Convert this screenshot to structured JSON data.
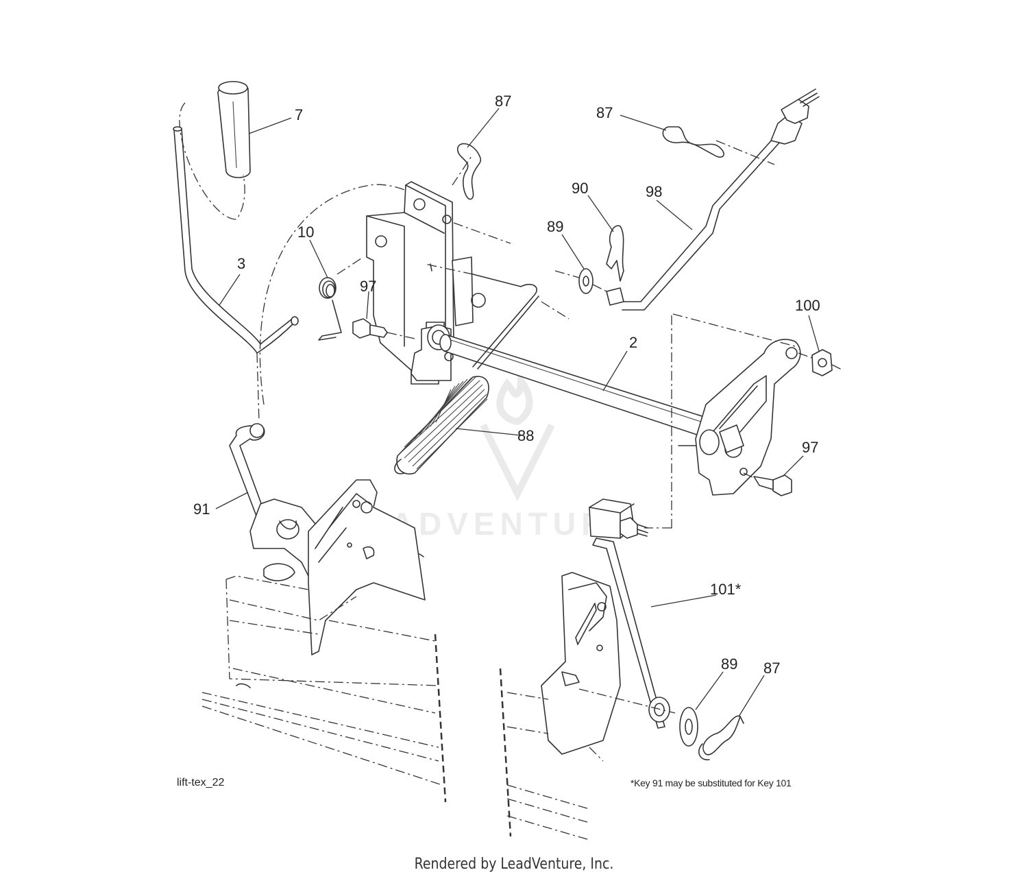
{
  "diagram": {
    "id_label": "lift-tex_22",
    "footnote": "*Key 91 may be substituted for Key 101",
    "watermark": "LEADVENTURE",
    "callouts": [
      {
        "key": "k7",
        "label": "7"
      },
      {
        "key": "k87a",
        "label": "87"
      },
      {
        "key": "k87b",
        "label": "87"
      },
      {
        "key": "k90",
        "label": "90"
      },
      {
        "key": "k98",
        "label": "98"
      },
      {
        "key": "k89a",
        "label": "89"
      },
      {
        "key": "k10",
        "label": "10"
      },
      {
        "key": "k3",
        "label": "3"
      },
      {
        "key": "k97a",
        "label": "97"
      },
      {
        "key": "k100",
        "label": "100"
      },
      {
        "key": "k2",
        "label": "2"
      },
      {
        "key": "k88",
        "label": "88"
      },
      {
        "key": "k97b",
        "label": "97"
      },
      {
        "key": "k91",
        "label": "91"
      },
      {
        "key": "k101",
        "label": "101*"
      },
      {
        "key": "k89b",
        "label": "89"
      },
      {
        "key": "k87c",
        "label": "87"
      }
    ]
  },
  "footer": {
    "credit": "Rendered by LeadVenture, Inc."
  }
}
